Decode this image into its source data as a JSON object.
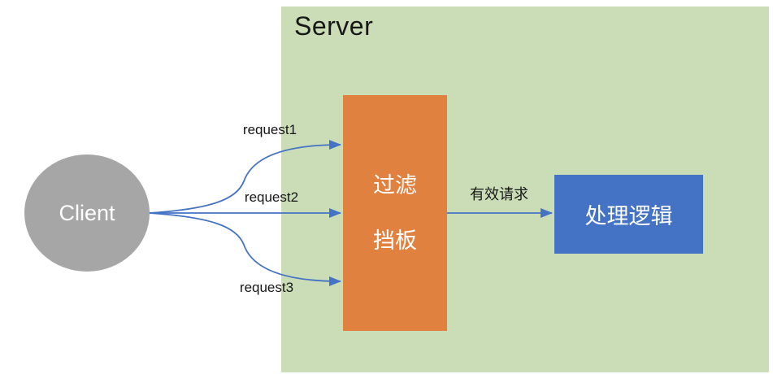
{
  "diagram": {
    "server_label": "Server",
    "client": {
      "label": "Client"
    },
    "filter": {
      "line1": "过滤",
      "line2": "挡板"
    },
    "logic": {
      "label": "处理逻辑"
    },
    "arrows": [
      {
        "id": "request1",
        "label": "request1",
        "from": "client",
        "to": "filter"
      },
      {
        "id": "request2",
        "label": "request2",
        "from": "client",
        "to": "filter"
      },
      {
        "id": "request3",
        "label": "request3",
        "from": "client",
        "to": "filter"
      },
      {
        "id": "valid-request",
        "label": "有效请求",
        "from": "filter",
        "to": "logic"
      }
    ]
  },
  "colors": {
    "server-bg": "#CBDDB6",
    "client-fill": "#A6A6A6",
    "filter-fill": "#E0813F",
    "logic-fill": "#4472C4",
    "arrow": "#4472C4",
    "text-dark": "#171717",
    "text-light": "#FFFFFF"
  }
}
